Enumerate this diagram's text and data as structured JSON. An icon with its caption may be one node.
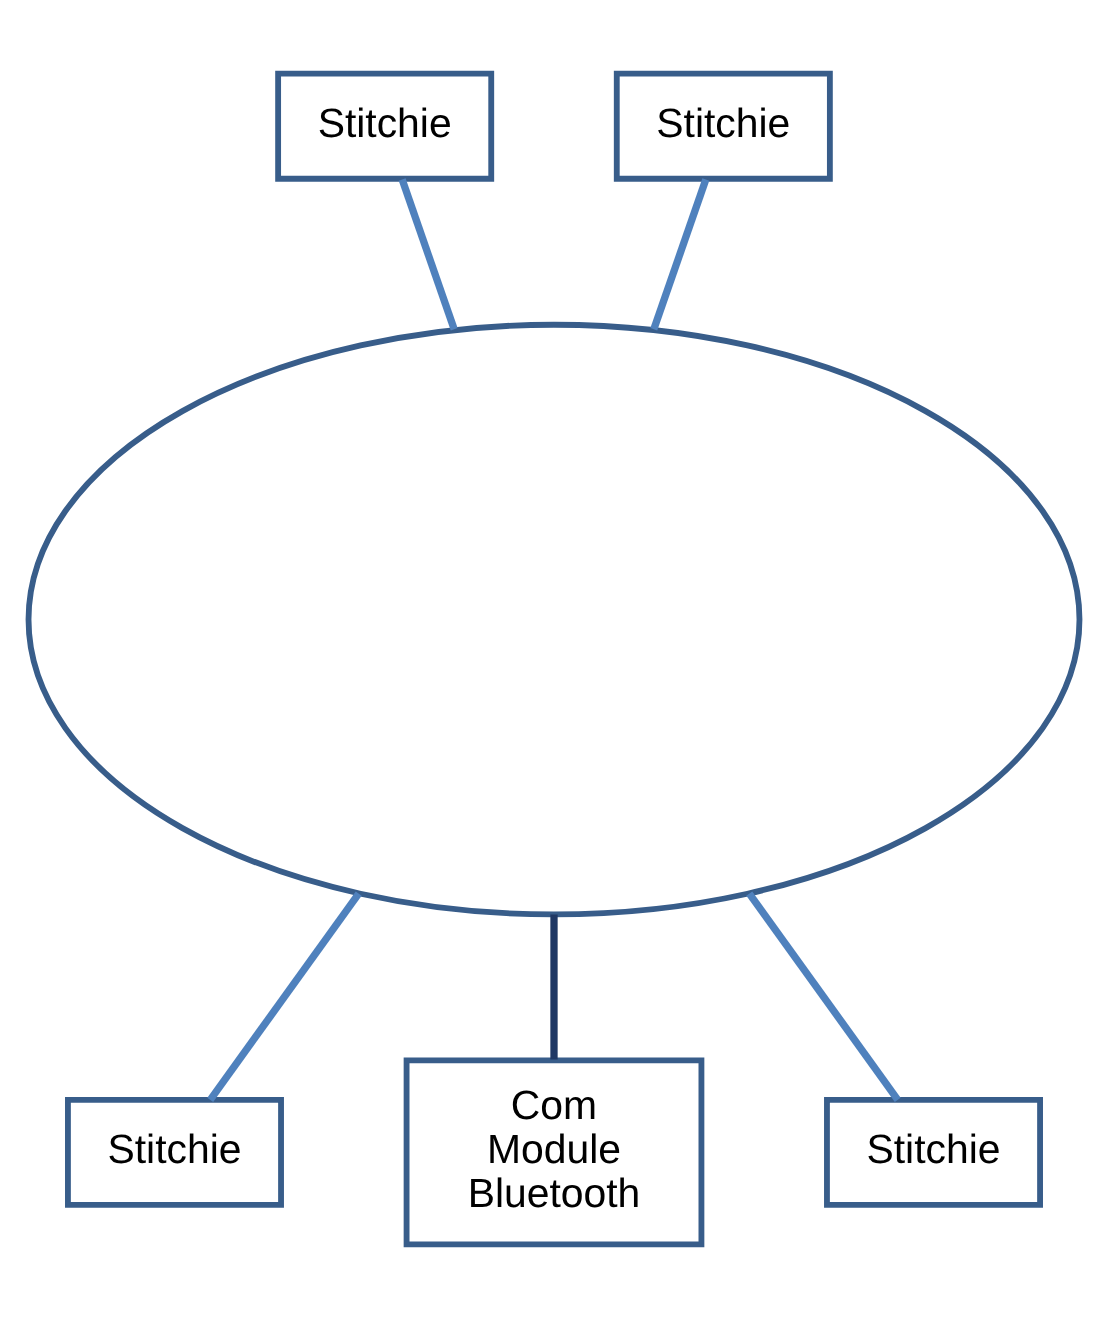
{
  "diagram": {
    "nodes": [
      {
        "text": [
          "Stitchie"
        ]
      },
      {
        "text": [
          "Stitchie"
        ]
      },
      {
        "text": [],
        "shape": "ellipse"
      },
      {
        "text": [
          "Stitchie"
        ]
      },
      {
        "text": [
          "Com Module Bluetooth"
        ]
      },
      {
        "text": [
          "Stitchie"
        ]
      }
    ],
    "edges": [
      {
        "from": 0,
        "to": 2,
        "arrow": "none"
      },
      {
        "from": 1,
        "to": 2,
        "arrow": "none"
      },
      {
        "from": 2,
        "to": 3,
        "arrow": "none"
      },
      {
        "from": 2,
        "to": 4,
        "arrow": "none",
        "color": "#1f3864"
      },
      {
        "from": 2,
        "to": 5,
        "arrow": "none"
      }
    ]
  }
}
